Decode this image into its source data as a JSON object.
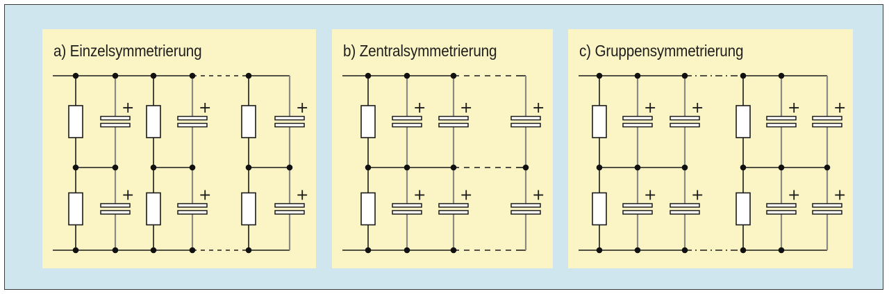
{
  "panels": [
    {
      "id": "a",
      "title": "a) Einzelsymmetrierung",
      "topology": "individual"
    },
    {
      "id": "b",
      "title": "b) Zentralsymmetrierung",
      "topology": "central"
    },
    {
      "id": "c",
      "title": "c) Gruppensymmetrierung",
      "topology": "group"
    }
  ],
  "symbols": {
    "capacitor_polarity": "+"
  },
  "colors": {
    "figure_background": "#cfe6ef",
    "panel_background": "#fbf4c4",
    "wire": "#1a1a1a",
    "capacitor_lead": "#8a8a84",
    "node": "#111111"
  }
}
